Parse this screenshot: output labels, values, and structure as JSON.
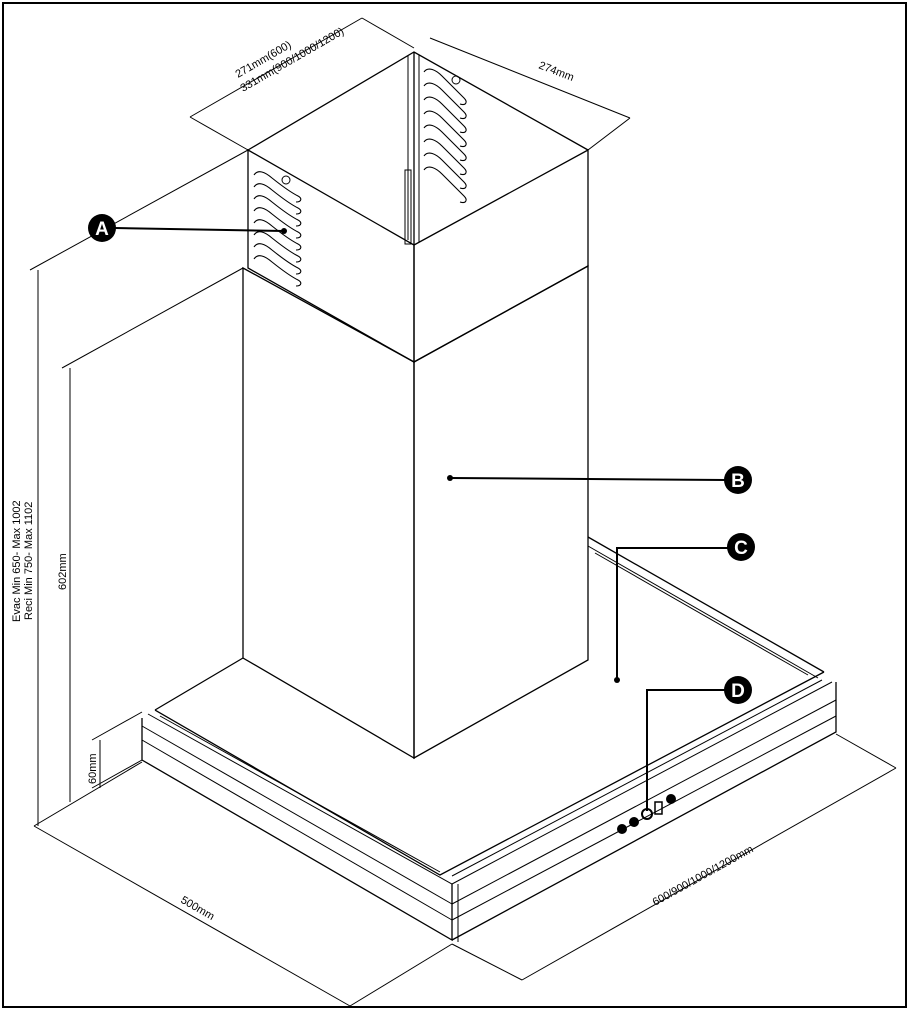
{
  "callouts": [
    {
      "id": "A",
      "label": "A"
    },
    {
      "id": "B",
      "label": "B"
    },
    {
      "id": "C",
      "label": "C"
    },
    {
      "id": "D",
      "label": "D"
    }
  ],
  "dimensions": {
    "chimney_width_600": "271mm(600)",
    "chimney_width_other": "331mm(900/1000/1200)",
    "chimney_depth": "274mm",
    "evac_height": "Evac Min 650- Max 1002",
    "reci_height": "Reci Min 750- Max 1102",
    "lower_chimney_height": "602mm",
    "canopy_height": "60mm",
    "canopy_depth": "500mm",
    "canopy_width": "600/900/1000/1200mm"
  }
}
